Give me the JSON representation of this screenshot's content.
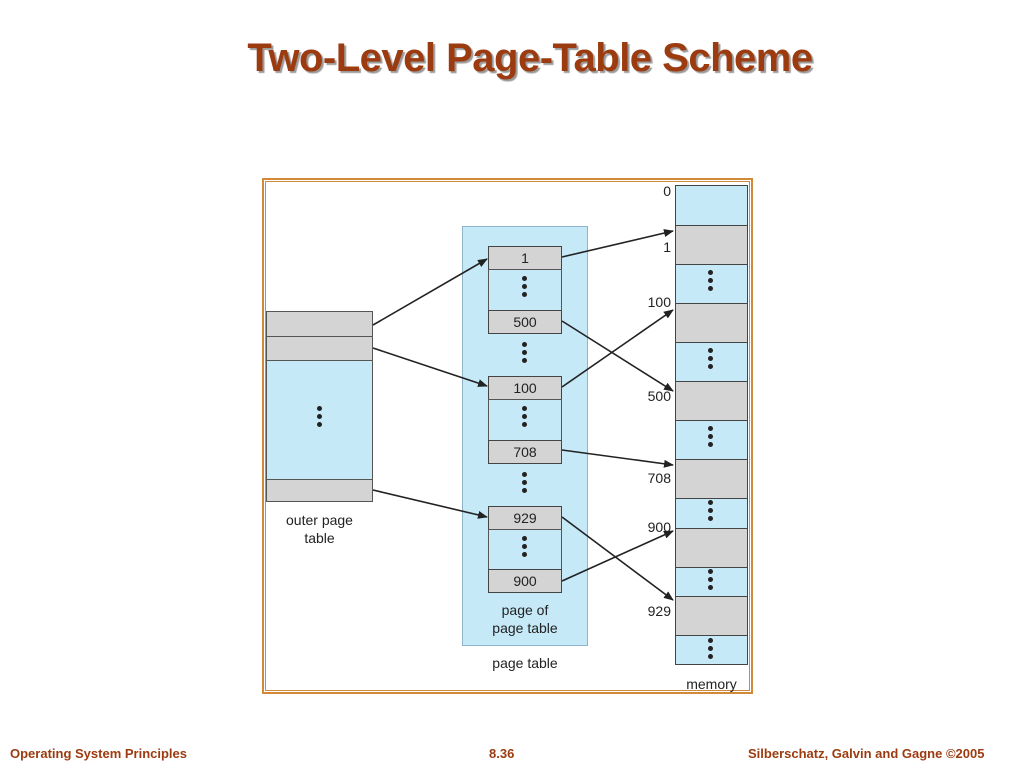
{
  "slide": {
    "title": "Two-Level Page-Table Scheme"
  },
  "diagram": {
    "outer_label_line1": "outer page",
    "outer_label_line2": "table",
    "page_of_label_line1": "page of",
    "page_of_label_line2": "page table",
    "page_table_label": "page table",
    "memory_label": "memory",
    "entries": [
      "1",
      "500",
      "100",
      "708",
      "929",
      "900"
    ],
    "memory_addresses": [
      "0",
      "1",
      "100",
      "500",
      "708",
      "900",
      "929"
    ],
    "colors": {
      "light_blue": "#c6e9f8",
      "gray": "#d4d4d4",
      "frame": "#d08a3a",
      "title": "#9c3b0f"
    }
  },
  "footer": {
    "left": "Operating System Principles",
    "center": "8.36",
    "right": "Silberschatz, Galvin and Gagne ©2005"
  }
}
